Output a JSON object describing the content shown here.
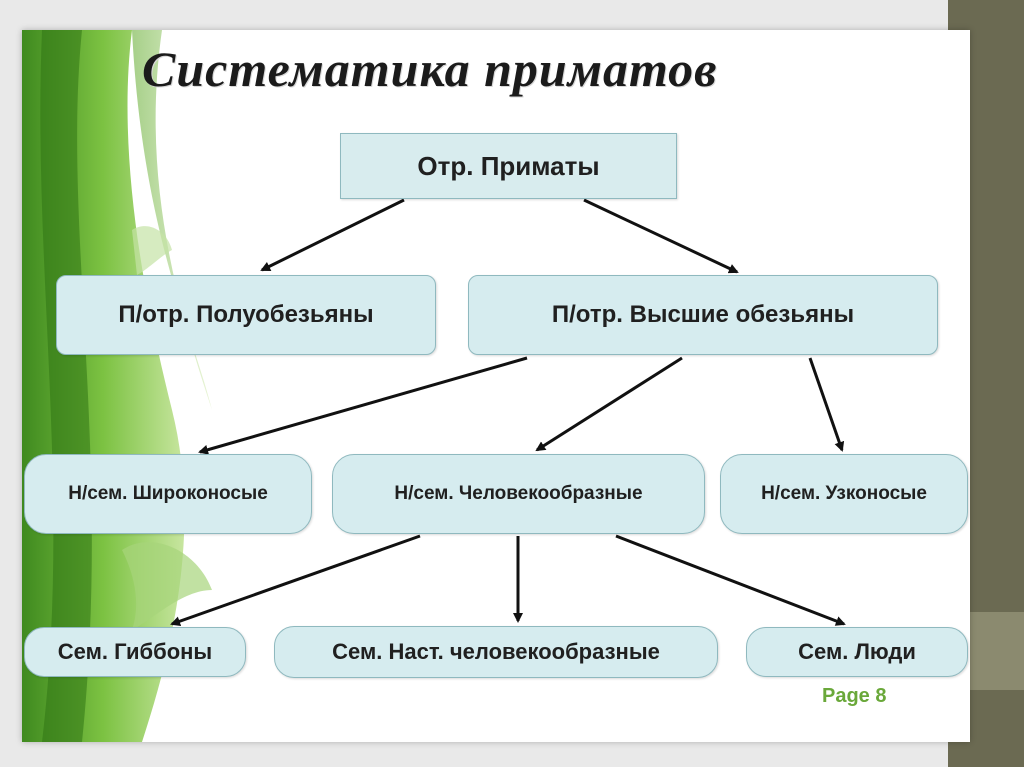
{
  "title": "Систематика приматов",
  "nodes": {
    "order": "Отр. Приматы",
    "suborder_prosimians": "П/отр. Полуобезьяны",
    "suborder_higher_apes": "П/отр. Высшие обезьяны",
    "superfamily_platyrrhini": "Н/сем. Широконосые",
    "superfamily_hominoids": "Н/сем. Человекообразные",
    "superfamily_catarrhini": "Н/сем. Узконосые",
    "family_gibbons": "Сем. Гиббоны",
    "family_great_apes": "Сем. Наст. человекообразные",
    "family_humans": "Сем. Люди"
  },
  "page_label": "Page 8",
  "colors": {
    "node_fill": "#d6ecef",
    "node_border": "#8fb9bf",
    "page_label": "#6aa83a",
    "frame": "#6b6a52"
  }
}
